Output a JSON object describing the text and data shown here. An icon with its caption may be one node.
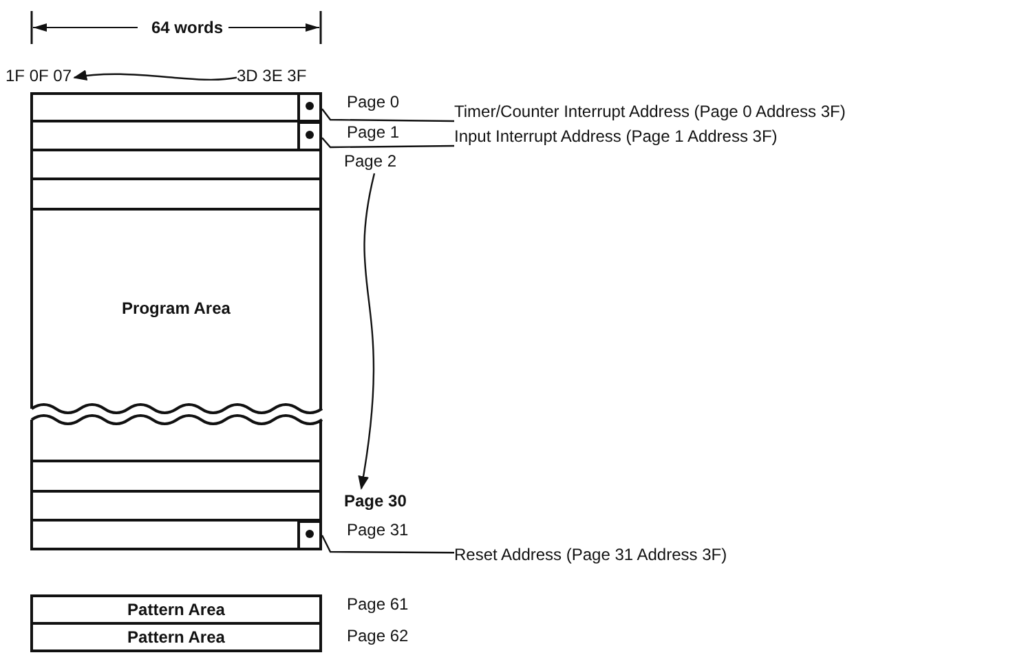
{
  "diagram": {
    "nodes": [
      {
        "text": [
          "1F 0F 07"
        ]
      },
      {
        "text": [
          "3D 3E 3F"
        ]
      },
      {
        "text": [
          "Program Area"
        ]
      },
      {
        "text": [],
        "shape": "box",
        "in": 2
      },
      {
        "text": [],
        "shape": "box",
        "in": 2
      },
      {
        "text": [
          "Timer/Counter Interrupt Address (Page 0 Address 3F)"
        ]
      },
      {
        "text": [
          "Input Interrupt Address (Page 1 Address 3F)"
        ]
      },
      {
        "text": [
          "Page 2"
        ]
      },
      {
        "text": [
          "Page 30"
        ]
      },
      {
        "text": [],
        "shape": "box",
        "in": 2
      },
      {
        "text": [
          "Reset Address (Page 31 Address 3F)"
        ]
      },
      {
        "text": [
          "Pattern Area"
        ]
      },
      {
        "text": [
          "Pattern Area"
        ]
      }
    ],
    "edges": [
      {
        "from": 1,
        "to": 0,
        "arrow": "to"
      },
      {
        "from": 5,
        "to": 3,
        "arrow": "none"
      },
      {
        "from": 6,
        "to": 4,
        "arrow": "none"
      },
      {
        "from": 7,
        "to": 8,
        "arrow": "to"
      },
      {
        "from": 10,
        "to": 9,
        "arrow": "none"
      }
    ],
    "labels": [
      "64 words",
      "Page 0",
      "Page 1",
      "Page 31",
      "Page 61",
      "Page 62"
    ]
  }
}
